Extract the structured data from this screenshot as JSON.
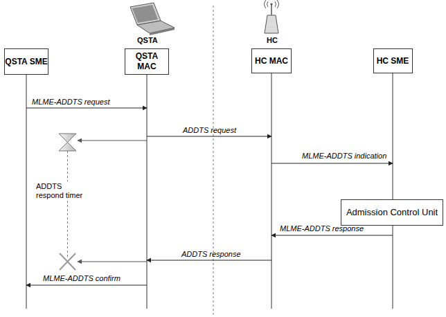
{
  "diagram": {
    "nodes": [
      {
        "text": [
          "QSTA SME"
        ]
      },
      {
        "text": [
          "QSTA MAC"
        ]
      },
      {
        "text": [
          "HC MAC"
        ]
      },
      {
        "text": [
          "HC SME"
        ]
      },
      {
        "text": [
          "Admission Control Unit"
        ]
      }
    ],
    "edges": [
      {
        "from": 0,
        "to": 1,
        "label": "MLME-ADDTS request",
        "arrow": "to"
      },
      {
        "from": 1,
        "to": 2,
        "label": "ADDTS request",
        "arrow": "to"
      },
      {
        "from": 2,
        "to": 3,
        "label": "MLME-ADDTS indication",
        "arrow": "to"
      },
      {
        "from": 3,
        "to": 2,
        "label": "MLME-ADDTS response",
        "arrow": "to"
      },
      {
        "from": 2,
        "to": 1,
        "label": "ADDTS response",
        "arrow": "to"
      },
      {
        "from": 1,
        "to": 0,
        "label": "MLME-ADDTS confirm",
        "arrow": "to"
      }
    ],
    "labels": [
      "QSTA",
      "HC",
      "ADDTS respond timer"
    ]
  }
}
